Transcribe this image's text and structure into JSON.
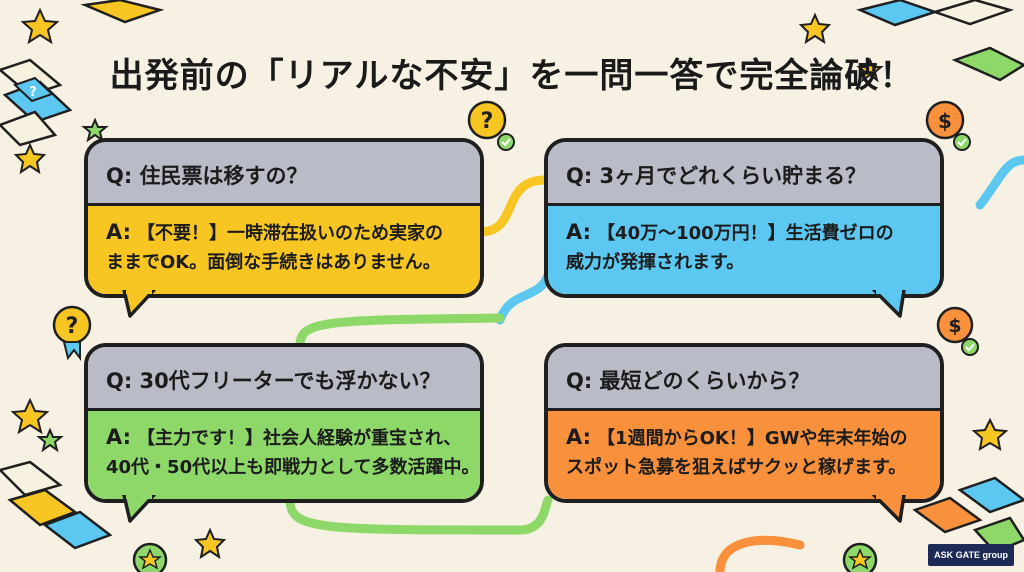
{
  "title": "出発前の「リアルな不安」を一問一答で完全論破！",
  "cards": [
    {
      "q": "Q: 住民票は移すの？",
      "a_prefix": "A:",
      "a_line1": "【不要！】一時滞在扱いのため実家の",
      "a_line2": "ままでOK。面倒な手続きはありません。",
      "color": "#f7c623"
    },
    {
      "q": "Q: 3ヶ月でどれくらい貯まる？",
      "a_prefix": "A:",
      "a_line1": "【40万〜100万円！】生活費ゼロの",
      "a_line2": "威力が発揮されます。",
      "color": "#5cc8f2"
    },
    {
      "q": "Q: 30代フリーターでも浮かない？",
      "a_prefix": "A:",
      "a_line1": "【主力です！】社会人経験が重宝され、",
      "a_line2": "40代・50代以上も即戦力として多数活躍中。",
      "color": "#8ed86a"
    },
    {
      "q": "Q: 最短どのくらいから？",
      "a_prefix": "A:",
      "a_line1": "【1週間からOK！】GWや年末年始の",
      "a_line2": "スポット急募を狙えばサクッと稼げます。",
      "color": "#f8903c"
    }
  ],
  "logo": "ASK GATE group",
  "icons": [
    "question-badge-icon",
    "dollar-badge-icon",
    "star-icon",
    "check-icon"
  ]
}
